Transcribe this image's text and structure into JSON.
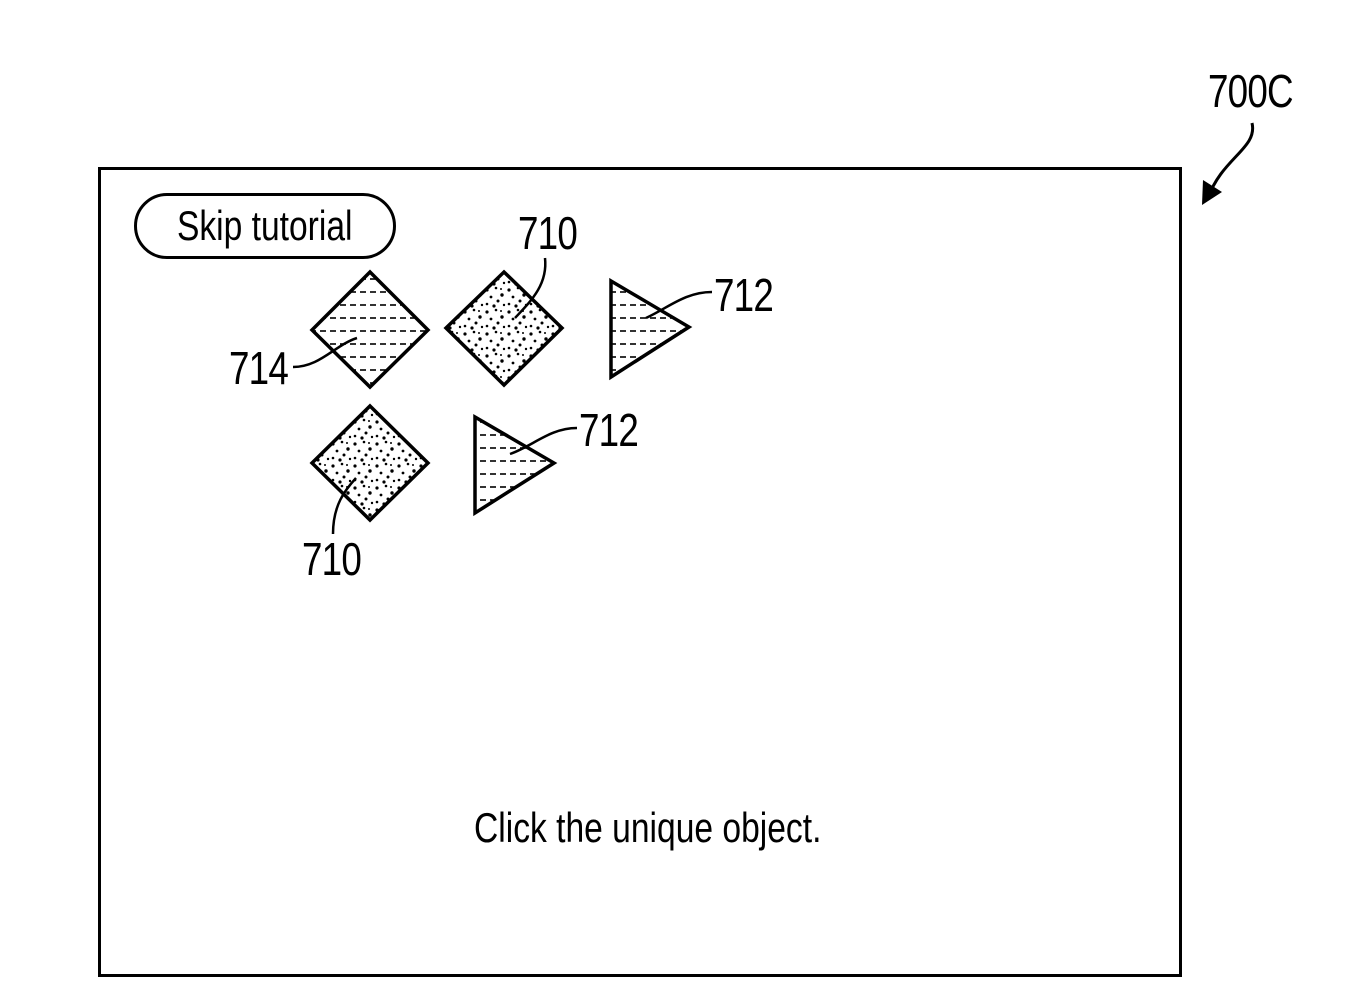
{
  "figure_label": "700C",
  "skip_button_label": "Skip tutorial",
  "instruction": "Click the unique object.",
  "reference_labels": {
    "dotted_diamond_top": "710",
    "dotted_diamond_bottom": "710",
    "triangle_top": "712",
    "triangle_bottom": "712",
    "striped_diamond": "714"
  },
  "objects": [
    {
      "shape": "diamond",
      "fill": "horizontal-dashes",
      "ref": "714"
    },
    {
      "shape": "diamond",
      "fill": "dots",
      "ref": "710"
    },
    {
      "shape": "triangle",
      "fill": "horizontal-dashes",
      "ref": "712"
    },
    {
      "shape": "diamond",
      "fill": "dots",
      "ref": "710"
    },
    {
      "shape": "triangle",
      "fill": "horizontal-dashes",
      "ref": "712"
    }
  ]
}
